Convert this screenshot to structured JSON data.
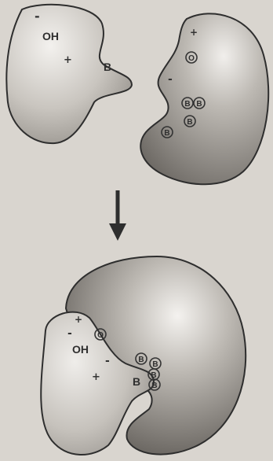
{
  "top_left": {
    "minus": "-",
    "oh": "OH",
    "plus": "+",
    "b": "B"
  },
  "top_right": {
    "plus": "+",
    "o": "O",
    "minus": "-",
    "b1": "B",
    "b2": "B",
    "b3": "B",
    "b4": "B"
  },
  "bottom": {
    "plus": "+",
    "o": "O",
    "minus_left": "-",
    "oh": "OH",
    "minus_mid": "-",
    "plus_low": "+",
    "b_dark": "B",
    "b_r1": "B",
    "b_r2": "B",
    "b_r3": "B",
    "b_r4": "B"
  }
}
